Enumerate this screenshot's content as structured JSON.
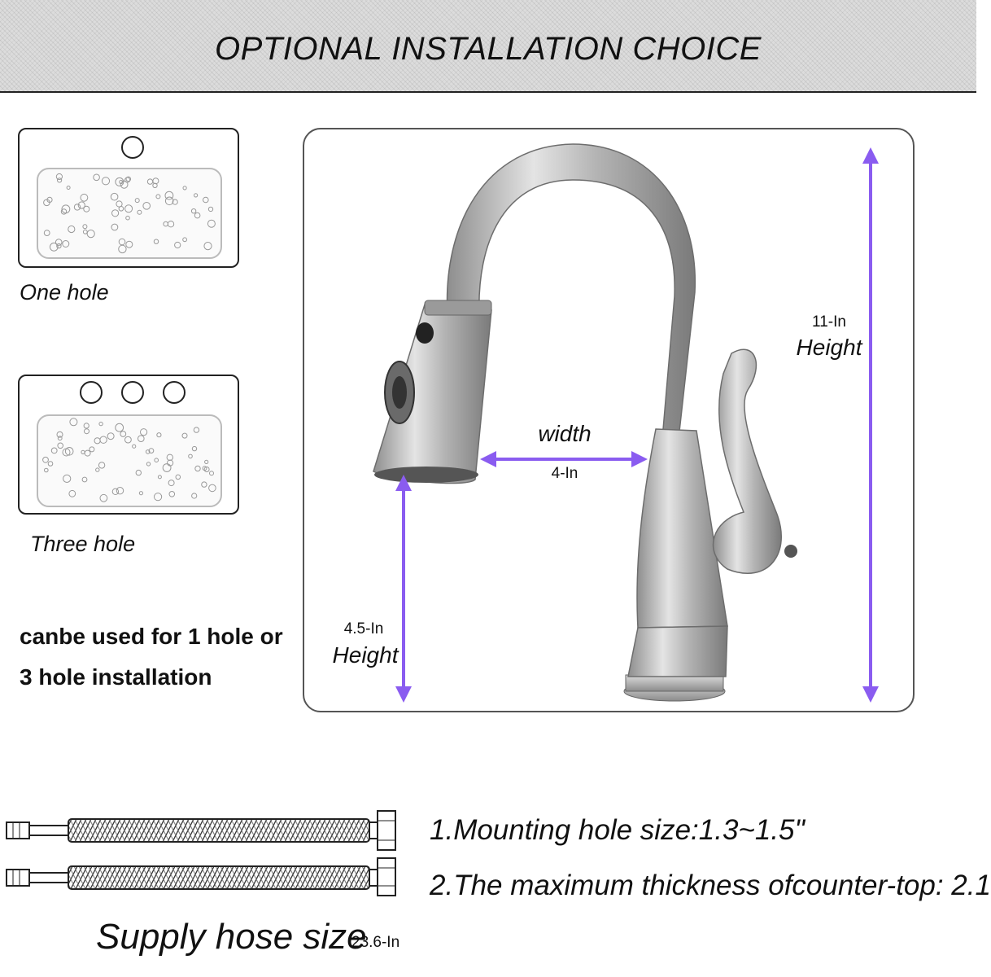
{
  "header": {
    "title": "OPTIONAL INSTALLATION CHOICE"
  },
  "options": [
    {
      "label": "One hole",
      "holes": 1
    },
    {
      "label": "Three hole",
      "holes": 3
    }
  ],
  "note": {
    "line1": "canbe used for 1 hole or",
    "line2": "3 hole installation"
  },
  "dimensions": {
    "height_total_value": "11-In",
    "height_total_label": "Height",
    "width_label": "width",
    "width_value": "4-In",
    "spout_height_value": "4.5-In",
    "spout_height_label": "Height",
    "arrow_color": "#8a5cf0"
  },
  "specs": [
    "1.Mounting hole size:1.3~1.5\"",
    "2.The maximum thickness ofcounter-top: 2.1"
  ],
  "hose": {
    "title": "Supply hose size",
    "size": "23.6-In"
  }
}
